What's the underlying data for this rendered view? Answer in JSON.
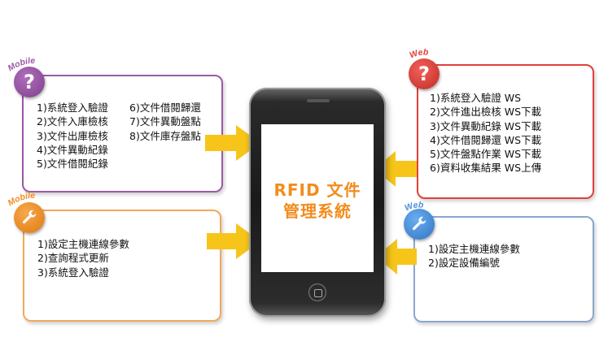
{
  "phone": {
    "title_line1": "RFID 文件",
    "title_line2": "管理系統"
  },
  "mobile_faq": {
    "badge_label": "Mobile",
    "badge_glyph": "?",
    "color": "#9b5aa6",
    "col1": [
      "1)系統登入驗證",
      "2)文件入庫檢核",
      "3)文件出庫檢核",
      "4)文件異動紀錄",
      "5)文件借閱紀錄"
    ],
    "col2": [
      "6)文件借閱歸還",
      "7)文件異動盤點",
      "8)文件庫存盤點"
    ]
  },
  "web_faq": {
    "badge_label": "Web",
    "badge_glyph": "?",
    "color": "#e0413a",
    "items": [
      "1)系統登入驗證 WS",
      "2)文件進出檢核 WS下載",
      "3)文件異動紀錄 WS下載",
      "4)文件借閱歸還 WS下載",
      "5)文件盤點作業 WS下載",
      "6)資料收集結果 WS上傳"
    ]
  },
  "mobile_settings": {
    "badge_label": "Mobile",
    "badge_icon": "wrench-icon",
    "color": "#f28c1c",
    "items": [
      "1)設定主機連線參數",
      "2)查詢程式更新",
      "3)系統登入驗證"
    ]
  },
  "web_settings": {
    "badge_label": "Web",
    "badge_icon": "wrench-icon",
    "color": "#4a90d9",
    "items": [
      "1)設定主機連線參數",
      "2)設定設備編號"
    ]
  },
  "arrow_color": "#f7c51a"
}
